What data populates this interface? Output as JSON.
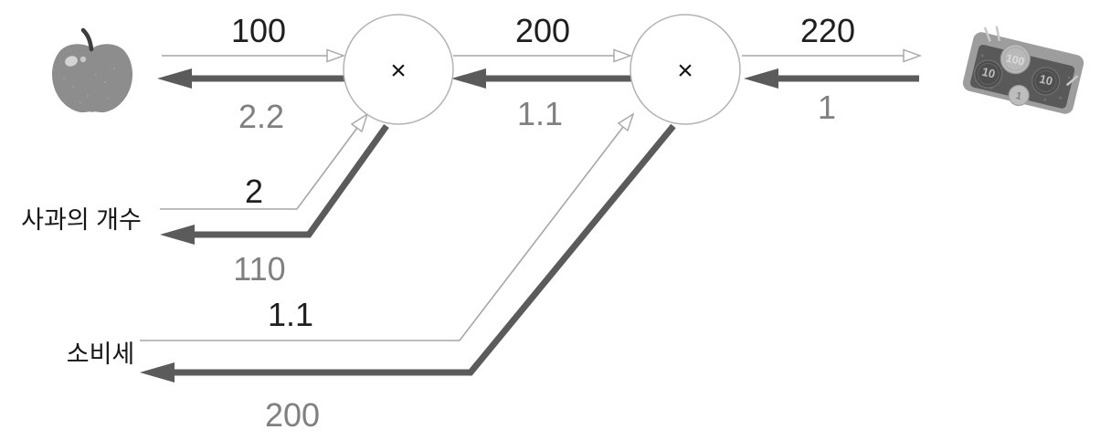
{
  "figure": {
    "description": "Computational graph of apple purchase: price x count x consumption tax, with forward pass values (thin gray arrows, black numbers) and backpropagated gradients (thick dark arrows, gray numbers)",
    "nodes": {
      "mul1": "×",
      "mul2": "×"
    },
    "forward": {
      "apple_price": "100",
      "subtotal": "200",
      "total": "220",
      "apple_count": "2",
      "tax_rate": "1.1"
    },
    "gradients": {
      "apple_price": "2.2",
      "subtotal": "1.1",
      "total": "1",
      "apple_count": "110",
      "tax_rate": "200"
    },
    "labels": {
      "apple_count": "사과의 개수",
      "tax": "소비세"
    },
    "icons": {
      "apple": "apple-illustration",
      "money_tray": {
        "coin_100": "100",
        "coin_10_left": "10",
        "coin_10_right": "10",
        "coin_1": "1"
      }
    },
    "colors": {
      "forward_line": "#a6a6a6",
      "backward_line": "#5b5b5b",
      "forward_text": "#1f1f1f",
      "gradient_text": "#808080",
      "background": "#ffffff"
    }
  }
}
